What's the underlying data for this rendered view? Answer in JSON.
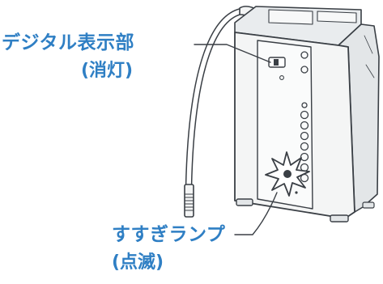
{
  "callouts": {
    "display": {
      "name": "デジタル表示部",
      "state": "(消灯)"
    },
    "lamp": {
      "name": "すすぎランプ",
      "state": "(点滅)"
    }
  },
  "colors": {
    "callout_text": "#2f7fc4",
    "outline": "#3a3f45",
    "device_body": "#f4f5f5",
    "device_shade": "#e3e6e8"
  }
}
